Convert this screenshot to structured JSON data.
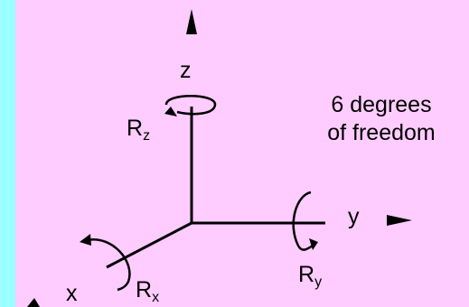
{
  "axes": {
    "z": {
      "label": "z"
    },
    "y": {
      "label": "y"
    },
    "x": {
      "label": "x"
    }
  },
  "rotations": {
    "rz": {
      "base": "R",
      "sub": "z"
    },
    "ry": {
      "base": "R",
      "sub": "y"
    },
    "rx": {
      "base": "R",
      "sub": "x"
    }
  },
  "caption": {
    "line1": "6 degrees",
    "line2": "of freedom"
  },
  "colors": {
    "background": "#ffccff",
    "left_strip": "#99ffff",
    "ink": "#000000"
  }
}
